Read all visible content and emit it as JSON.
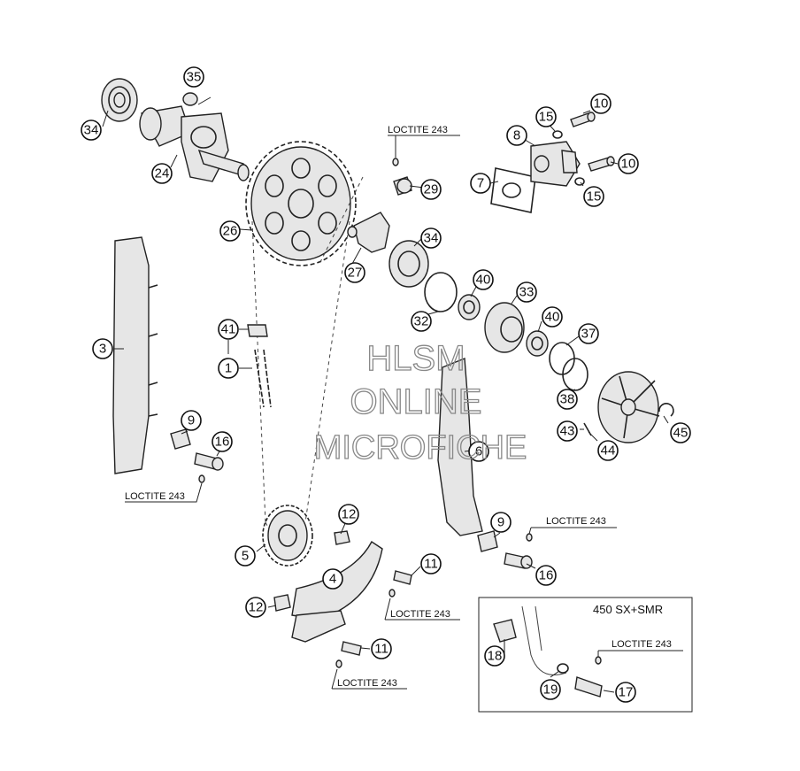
{
  "diagram": {
    "callouts": [
      "35",
      "34",
      "24",
      "26",
      "27",
      "29",
      "10",
      "15",
      "8",
      "7",
      "10",
      "15",
      "34",
      "40",
      "33",
      "32",
      "40",
      "37",
      "38",
      "43",
      "44",
      "45",
      "3",
      "41",
      "1",
      "9",
      "16",
      "6",
      "9",
      "16",
      "12",
      "5",
      "4",
      "11",
      "12",
      "11",
      "18",
      "19",
      "17"
    ],
    "loctite_labels": [
      "LOCTITE 243",
      "LOCTITE 243",
      "LOCTITE 243",
      "LOCTITE 243",
      "LOCTITE 243",
      "LOCTITE 243"
    ],
    "variant_box_title": "450 SX+SMR",
    "watermark": [
      "HLSM",
      "ONLINE",
      "MICROFICHE"
    ]
  }
}
